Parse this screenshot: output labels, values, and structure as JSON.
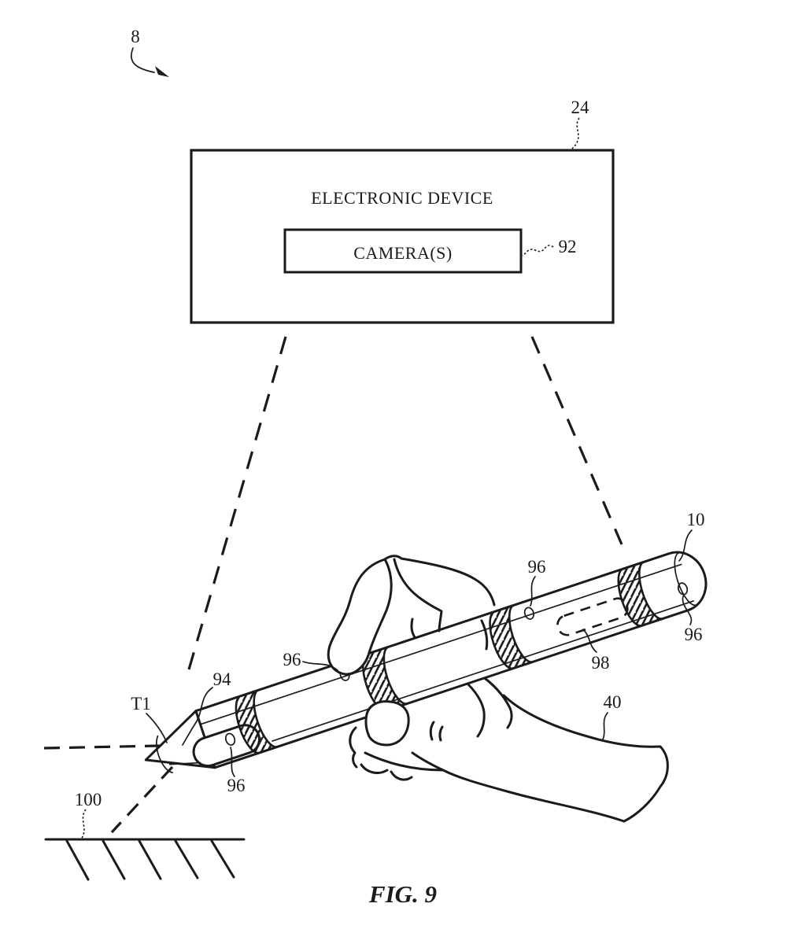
{
  "figure": {
    "caption": "FIG. 9",
    "system_ref": "8"
  },
  "device_box": {
    "title": "ELECTRONIC DEVICE",
    "ref": "24"
  },
  "camera_box": {
    "label": "CAMERA(S)",
    "ref": "92"
  },
  "stylus": {
    "ref": "10",
    "tip_section_ref": "94",
    "tip_label": "T1",
    "sensor_ref": "98",
    "marker_refs": [
      "96",
      "96",
      "96",
      "96"
    ]
  },
  "hand": {
    "ref": "40"
  },
  "surface": {
    "ref": "100"
  },
  "colors": {
    "line": "#1b1b1b",
    "background": "#ffffff"
  }
}
